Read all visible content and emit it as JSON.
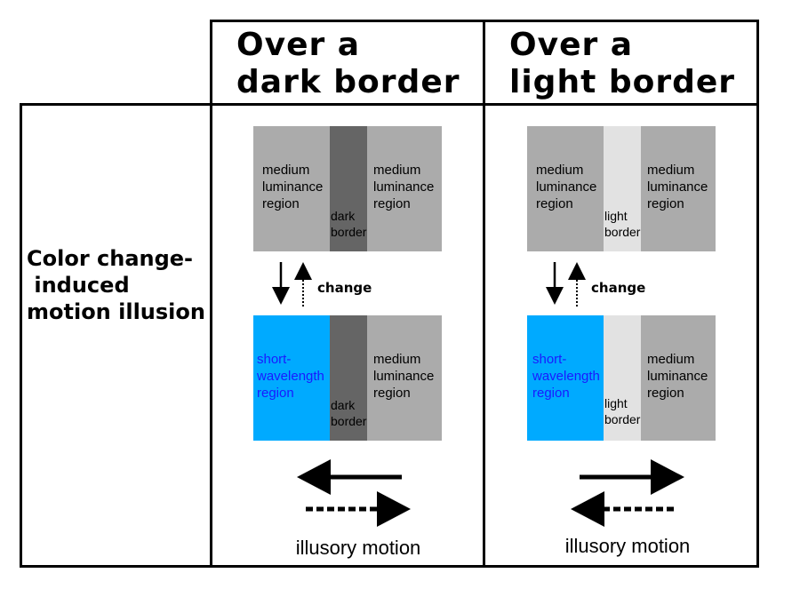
{
  "headers": {
    "dark": "Over a\ndark border",
    "light": "Over a\nlight border"
  },
  "row_label": "Color change-\n induced\nmotion illusion",
  "regions": {
    "medium": "medium\nluminance\nregion",
    "short": "short-\nwavelength\nregion",
    "dark_border": "dark\nborder",
    "light_border": "light\nborder"
  },
  "change_label": "change",
  "illusory_label": "illusory motion",
  "colors": {
    "medium_gray": "#ababab",
    "dark_border": "#656565",
    "light_border": "#e2e2e2",
    "short_wavelength": "#00aaff",
    "short_text": "#1a1aff"
  },
  "illusory_direction": {
    "dark_border": "left",
    "light_border": "right"
  }
}
